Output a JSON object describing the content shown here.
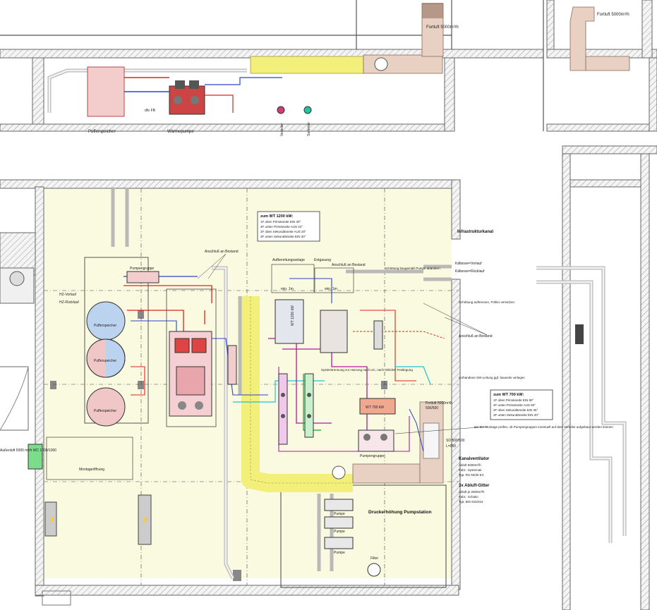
{
  "upper_section": {
    "fortluft_top": "Fortluft 5000m³/h",
    "fortluft_right": "Fortluft 5000m³/h",
    "pufferspeicher": "Pufferspeicher",
    "waermepumpe": "Wärmepumpe",
    "verteiler": "Verteiler",
    "sammler": "Sammler",
    "dn_label": "dhr FB"
  },
  "wt1200": {
    "title": "zum WT 1200 kW:",
    "lines": [
      "1F oben Primärseite EIN 30°",
      "4F unten Primärseite AUS 22°",
      "2F oben Sekundärseite AUS 20°",
      "3F unten Sekundärseite EIN 20°"
    ]
  },
  "wt700": {
    "title": "zum WT 700 kW:",
    "lines": [
      "1F oben Primärseite EIN 80°",
      "4F unten Primärseite AUS 60°",
      "2F oben Sekundärseite EIN 35°",
      "3F unten Sekundärseite EIN 20°"
    ]
  },
  "labels": {
    "infrastruktur": "Infrastrukturkanal",
    "kaelte_vorlauf": "Kältesse=Vorlauf",
    "kaelte_ruecklauf": "Kältesse=Rücklauf",
    "hz_vorlauf": "HZ-Vorlauf",
    "hz_ruecklauf": "HZ-Rücklauf",
    "anschluss_bestand_1": "Anschluß an Bestand",
    "anschluss_bestand_2": "Anschluß an Bestand",
    "anschluss_bestand_3": "Anschluß an Bestand",
    "aufbereitung": "Aufbereitungsanlage",
    "entgasung": "Entgasung",
    "pumpengruppe_top": "Pumpengruppe",
    "pumpengruppe_bottom": "Pumpengruppe",
    "schrittung": "Schrittung auftrennen, Fühler versetzen",
    "schrittung2": "Schrittung baugemäß Pumpe abändern",
    "vorhandene": "vorhandene SW-Leitung ggf. bauseits verlegen",
    "system_note": "Systemtrennung zur Heizung nach UC, nach örtlicher Festlegung",
    "wt_700_box": "WT 700 kW",
    "wt_1200_box": "WT 1200 kW",
    "fortluft_duct": "Fortluft 5000m³/h",
    "fortluft_size": "500/500",
    "montage_note": "Bei der Montage prüfen, ob Pumpengruppen eventuell auf dem Verteiler aufgebaut werden können",
    "sd_label": "SD 500/500",
    "sd_len": "L=550",
    "kanalventilator": "Kanalventilator",
    "kanal_1": "Abluft 5000m³/h",
    "kanal_2": "Fabr.: Systemair",
    "kanal_3": "Typ: RS 50/30 EC",
    "abluft_gitter": "3x Abluft-Gitter",
    "gitter_1": "Abluft je 2000m³/h",
    "gitter_2": "Fabr.: Schako",
    "gitter_3": "Typ: BIS   815/315",
    "druck": "Druckerhöhung Pumpstation",
    "pumpe": "Pumpe",
    "filter": "Filter",
    "montageoeffnung": "Montageöffnung",
    "aussenluft": "Außenluft 5000 m³/h WC 1000/1000",
    "pufferspeicher_lbl": "Pufferspeicher",
    "min_1m": "min. 1m",
    "min_1m_b": "min. 1m"
  },
  "colors": {
    "cream": "#fafae0",
    "duct_brown": "#e4c8b8",
    "duct_yellow": "#f3f07c",
    "pipe_red": "#e2231a",
    "pipe_blue": "#2b45c8",
    "pipe_magenta": "#b0199e",
    "pipe_cyan": "#1ec4d4",
    "pipe_green": "#1a9a3a",
    "tank_red": "#f1c6c6",
    "tank_blue": "#bcd3ef"
  }
}
